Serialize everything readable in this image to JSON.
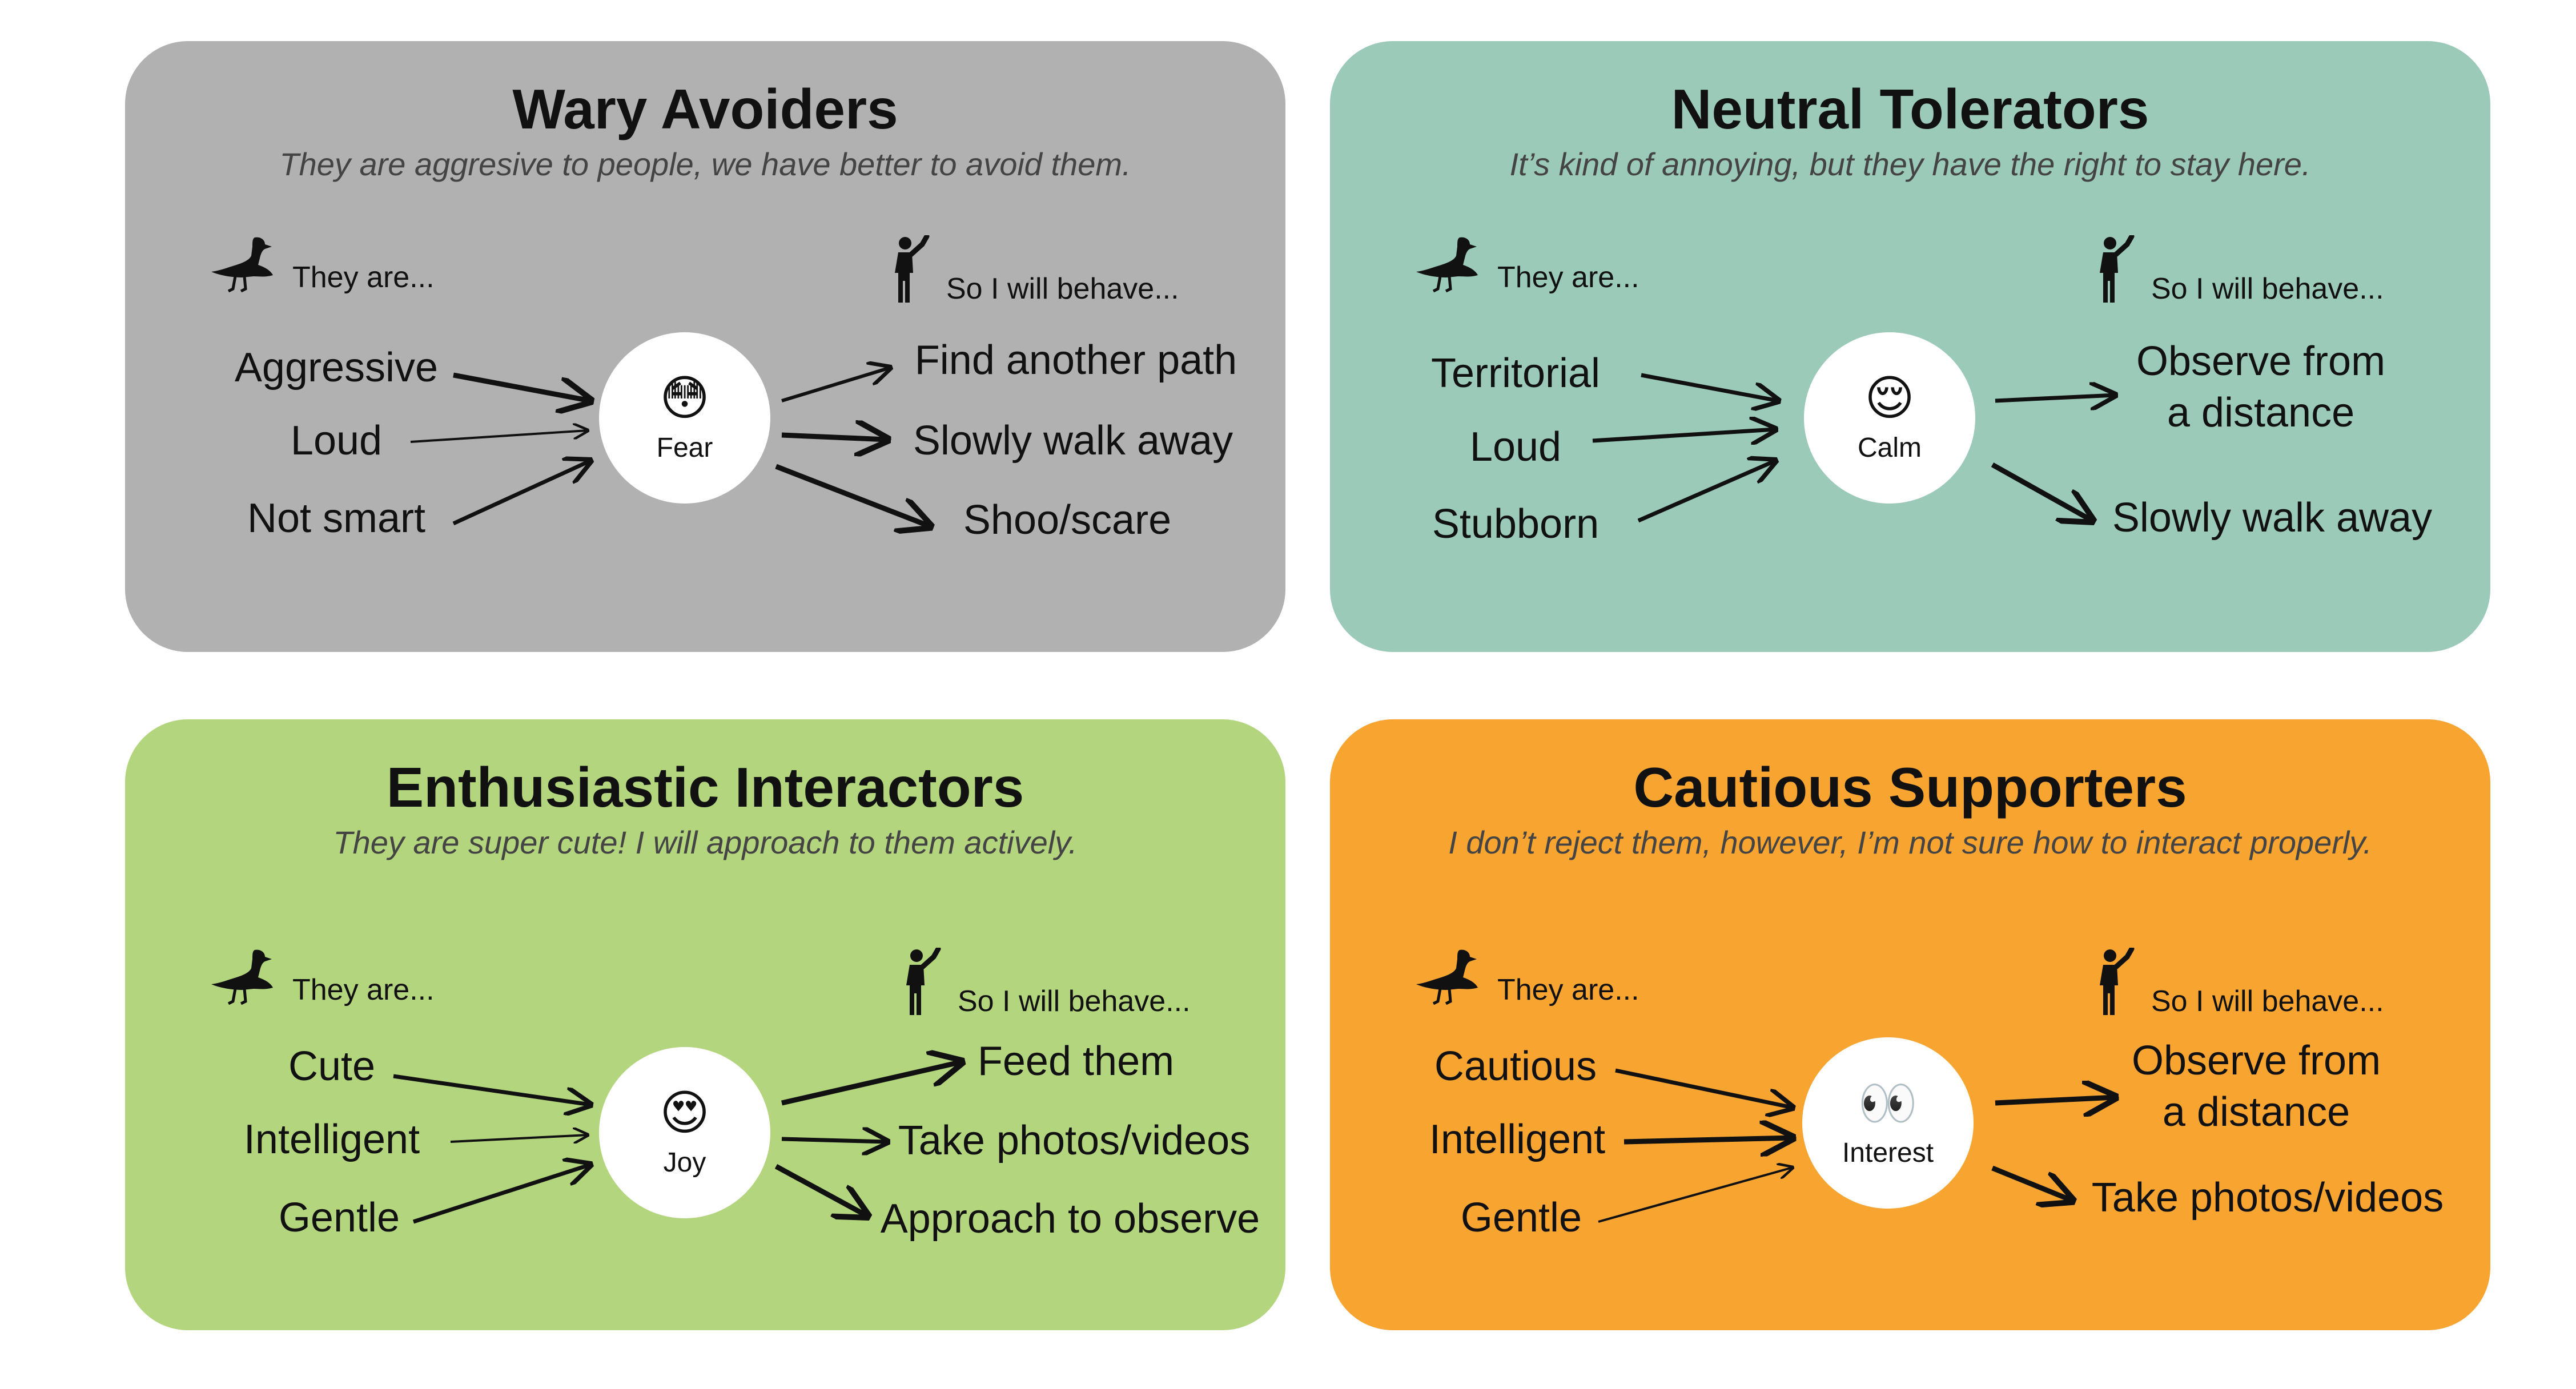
{
  "colors": {
    "page_bg": "#ffffff",
    "text": "#111111",
    "subtitle_text": "#444444",
    "panel_gray": "#b1b1b1",
    "panel_teal": "#9ccab9",
    "panel_green": "#b3d57d",
    "panel_orange": "#f7a431"
  },
  "panels": [
    {
      "title": "Wary Avoiders",
      "subtitle": "They are aggresive to people, we have better to avoid them.",
      "they_label": "They are...",
      "behave_label": "So I will behave...",
      "bg": "#b1b1b1",
      "emotion": {
        "emoji": "😳",
        "label": "Fear"
      },
      "traits": [
        "Aggressive",
        "Loud",
        "Not smart"
      ],
      "actions": [
        "Find another path",
        "Slowly walk away",
        "Shoo/scare"
      ]
    },
    {
      "title": "Neutral Tolerators",
      "subtitle": "It’s kind of annoying, but they have the right to stay here.",
      "they_label": "They are...",
      "behave_label": "So I will behave...",
      "bg": "#9ccab9",
      "emotion": {
        "emoji": "😌",
        "label": "Calm"
      },
      "traits": [
        "Territorial",
        "Loud",
        "Stubborn"
      ],
      "actions": [
        "Observe from\na distance",
        "Slowly walk away"
      ]
    },
    {
      "title": "Enthusiastic Interactors",
      "subtitle": "They are super cute! I will approach to them actively.",
      "they_label": "They are...",
      "behave_label": "So I will behave...",
      "bg": "#b3d57d",
      "emotion": {
        "emoji": "😍",
        "label": "Joy"
      },
      "traits": [
        "Cute",
        "Intelligent",
        "Gentle"
      ],
      "actions": [
        "Feed them",
        "Take photos/videos",
        "Approach to observe"
      ]
    },
    {
      "title": "Cautious Supporters",
      "subtitle": "I don’t reject them, however, I’m not sure how to interact properly.",
      "they_label": "They are...",
      "behave_label": "So I will behave...",
      "bg": "#f7a431",
      "emotion": {
        "emoji": "👀",
        "label": "Interest"
      },
      "traits": [
        "Cautious",
        "Intelligent",
        "Gentle"
      ],
      "actions": [
        "Observe from\na distance",
        "Take photos/videos"
      ]
    }
  ]
}
